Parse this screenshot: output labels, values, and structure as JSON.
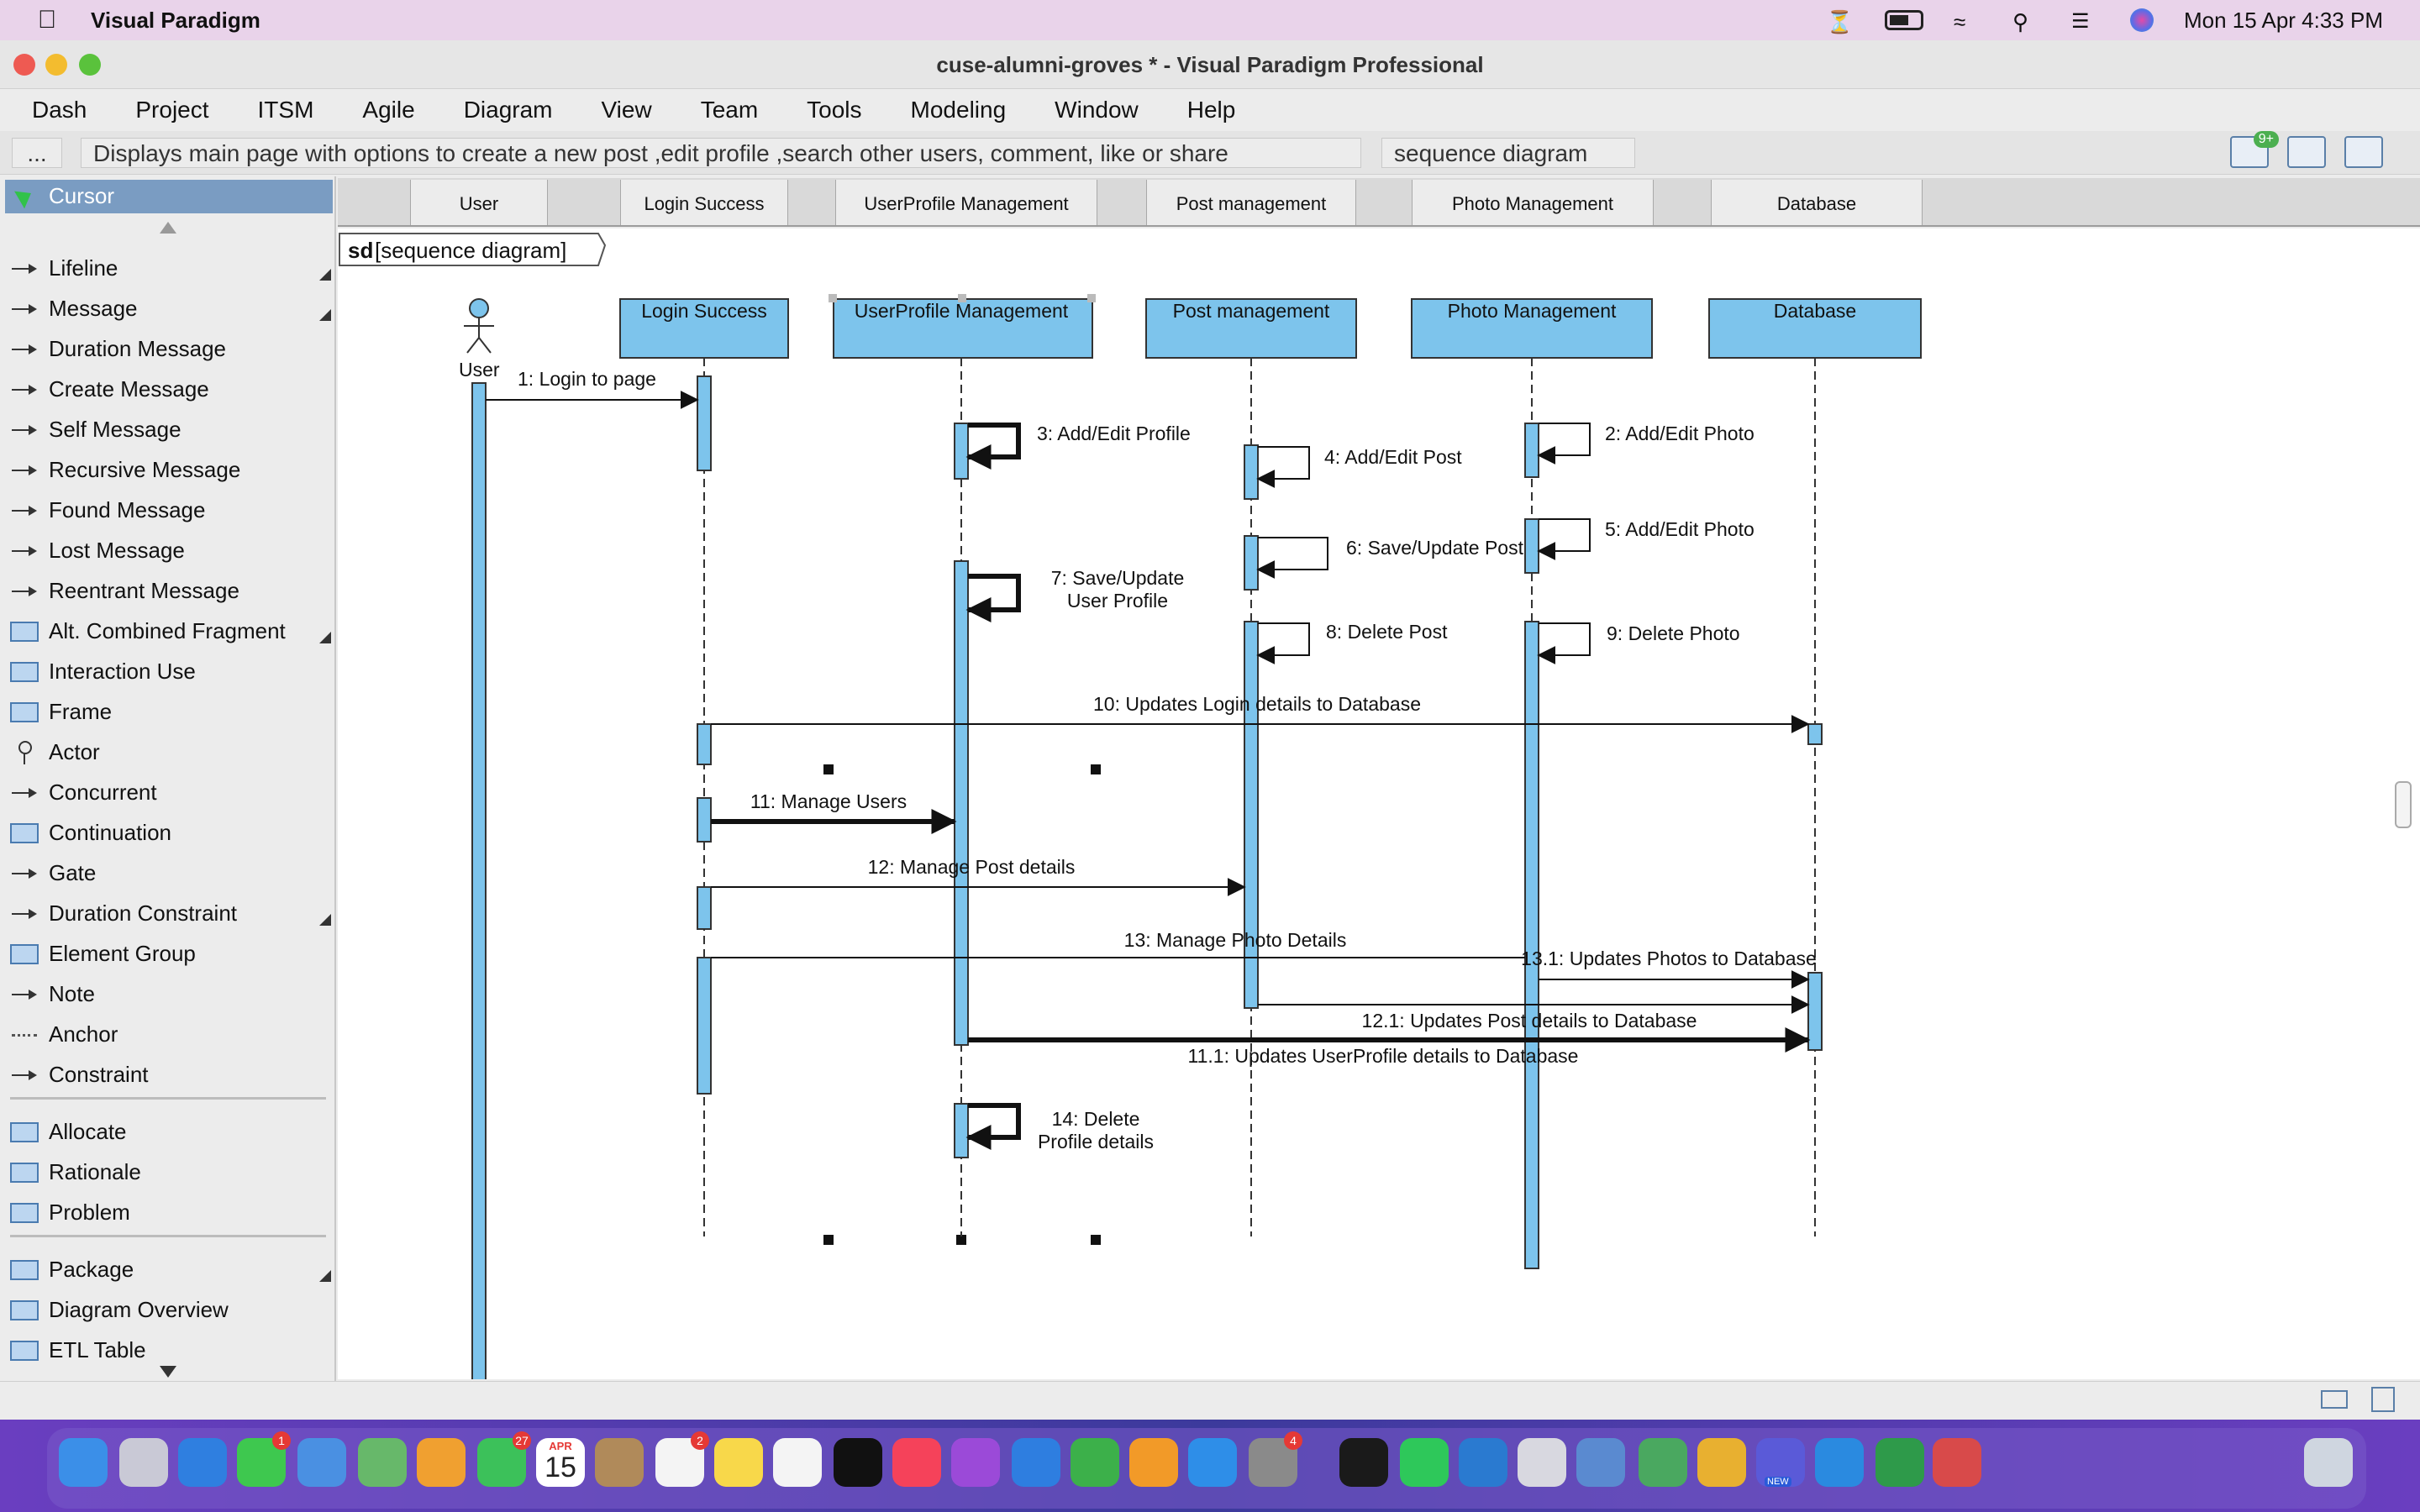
{
  "menubar": {
    "app_name": "Visual Paradigm",
    "clock": "Mon 15 Apr  4:33 PM"
  },
  "window": {
    "title": "cuse-alumni-groves * - Visual Paradigm Professional"
  },
  "app_menu": [
    "Dash",
    "Project",
    "ITSM",
    "Agile",
    "Diagram",
    "View",
    "Team",
    "Tools",
    "Modeling",
    "Window",
    "Help"
  ],
  "breadcrumb": {
    "more": "...",
    "description": "Displays main page with options to create a new post ,edit profile ,search other users, comment, like or share",
    "current": "sequence diagram",
    "notification_badge": "9+"
  },
  "palette": {
    "selected": "Cursor",
    "items": [
      {
        "label": "Lifeline",
        "icon": "lifeline-icon"
      },
      {
        "label": "Message",
        "icon": "message-icon"
      },
      {
        "label": "Duration Message",
        "icon": "duration-message-icon"
      },
      {
        "label": "Create Message",
        "icon": "create-message-icon"
      },
      {
        "label": "Self Message",
        "icon": "self-message-icon"
      },
      {
        "label": "Recursive Message",
        "icon": "recursive-message-icon"
      },
      {
        "label": "Found Message",
        "icon": "found-message-icon"
      },
      {
        "label": "Lost Message",
        "icon": "lost-message-icon"
      },
      {
        "label": "Reentrant Message",
        "icon": "reentrant-message-icon"
      },
      {
        "label": "Alt. Combined Fragment",
        "icon": "combined-fragment-icon"
      },
      {
        "label": "Interaction Use",
        "icon": "interaction-use-icon"
      },
      {
        "label": "Frame",
        "icon": "frame-icon"
      },
      {
        "label": "Actor",
        "icon": "actor-icon"
      },
      {
        "label": "Concurrent",
        "icon": "concurrent-icon"
      },
      {
        "label": "Continuation",
        "icon": "continuation-icon"
      },
      {
        "label": "Gate",
        "icon": "gate-icon"
      },
      {
        "label": "Duration Constraint",
        "icon": "duration-constraint-icon"
      },
      {
        "label": "Element Group",
        "icon": "element-group-icon"
      },
      {
        "label": "Note",
        "icon": "note-icon"
      },
      {
        "label": "Anchor",
        "icon": "anchor-icon"
      },
      {
        "label": "Constraint",
        "icon": "constraint-icon"
      },
      {
        "label": "Allocate",
        "icon": "allocate-icon"
      },
      {
        "label": "Rationale",
        "icon": "rationale-icon"
      },
      {
        "label": "Problem",
        "icon": "problem-icon"
      },
      {
        "label": "Package",
        "icon": "package-icon"
      },
      {
        "label": "Diagram Overview",
        "icon": "diagram-overview-icon"
      },
      {
        "label": "ETL Table",
        "icon": "etl-table-icon"
      }
    ]
  },
  "lane_headers": [
    "User",
    "Login Success",
    "UserProfile  Management",
    "Post management",
    "Photo Management",
    "Database"
  ],
  "diagram": {
    "frame_label_bold": "sd",
    "frame_label": "[sequence diagram]",
    "actor": "User",
    "lifelines": [
      "Login Success",
      "UserProfile  Management",
      "Post management",
      "Photo Management",
      "Database"
    ],
    "messages": [
      "1: Login to page",
      "2: Add/Edit Photo",
      "3: Add/Edit Profile",
      "4: Add/Edit Post",
      "5: Add/Edit Photo",
      "6: Save/Update Post",
      "7: Save/Update",
      "User Profile",
      "8: Delete Post",
      "9: Delete Photo",
      "10: Updates Login details to Database",
      "11: Manage Users",
      "12: Manage Post details",
      "13: Manage Photo Details",
      "13.1: Updates Photos to Database",
      "12.1: Updates Post details to Database",
      "11.1: Updates UserProfile details to Database",
      "14: Delete",
      "Profile details"
    ]
  },
  "dock": {
    "calendar_month": "APR",
    "calendar_day": "15",
    "badges": [
      "1",
      "27",
      "2",
      "4"
    ],
    "new_label": "NEW"
  }
}
